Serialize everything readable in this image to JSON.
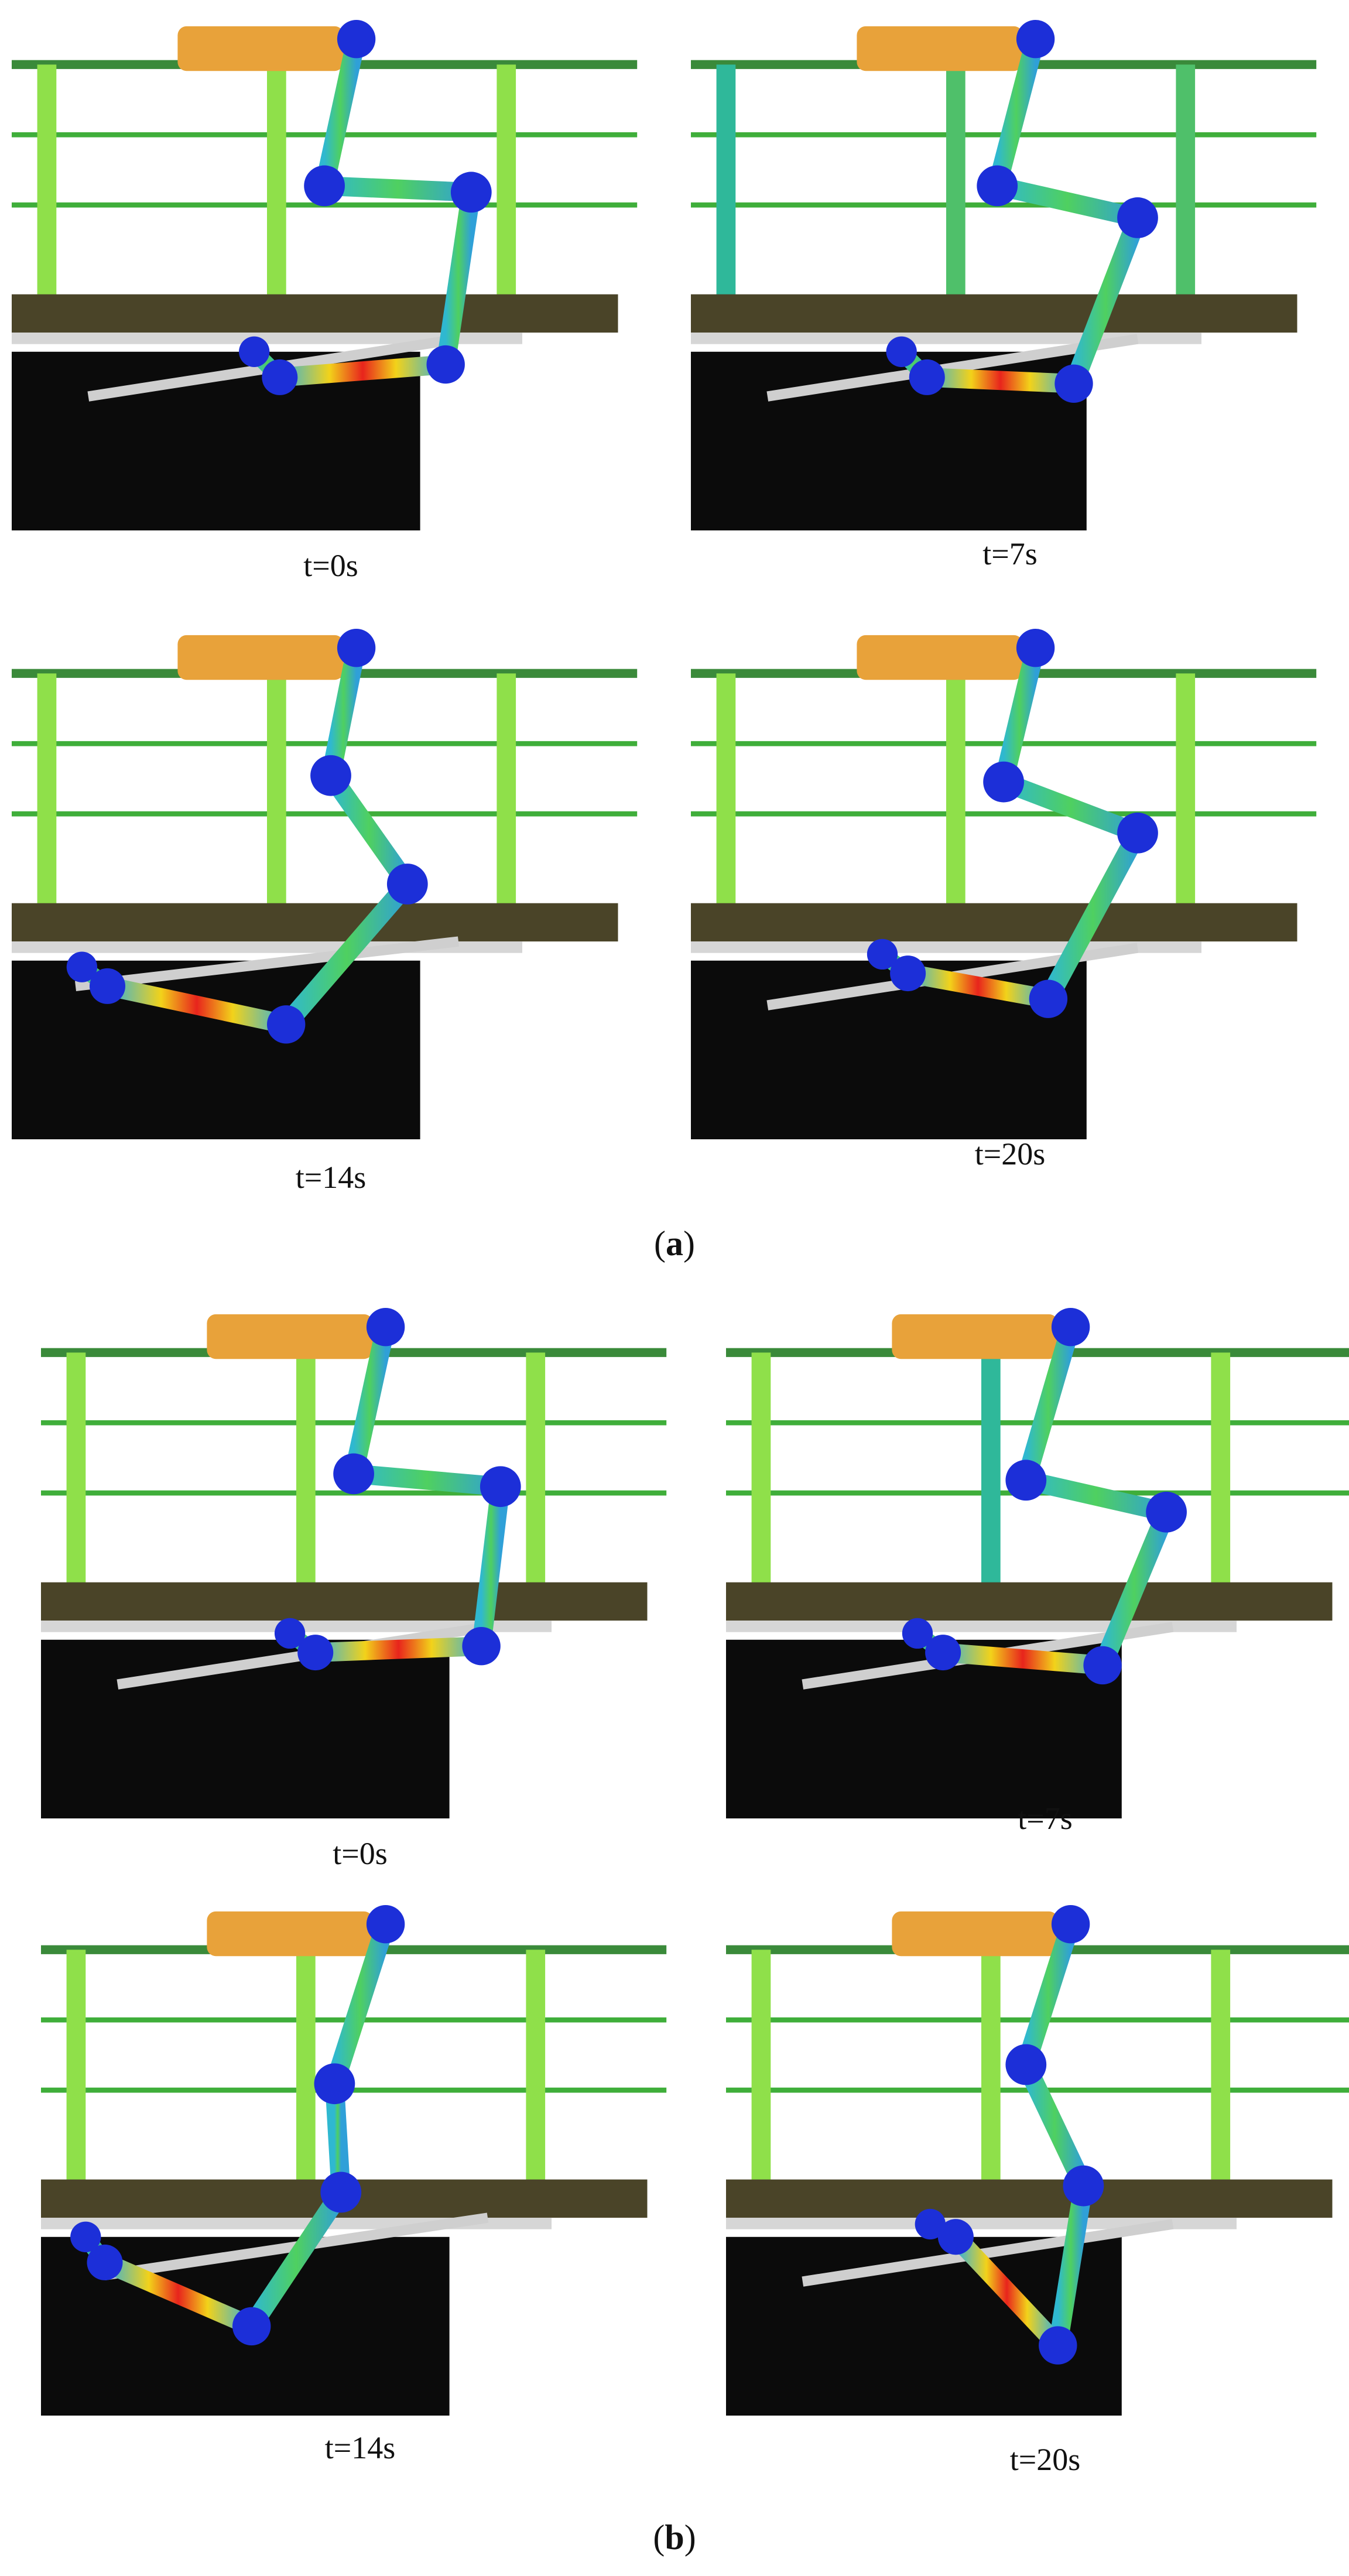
{
  "groups": [
    {
      "label_open": "(",
      "label_letter": "a",
      "label_close": ")",
      "frames": [
        {
          "time": "t=0s"
        },
        {
          "time": "t=7s"
        },
        {
          "time": "t=14s"
        },
        {
          "time": "t=20s"
        }
      ]
    },
    {
      "label_open": "(",
      "label_letter": "b",
      "label_close": ")",
      "frames": [
        {
          "time": "t=0s"
        },
        {
          "time": "t=7s"
        },
        {
          "time": "t=14s"
        },
        {
          "time": "t=20s"
        }
      ]
    }
  ],
  "colors": {
    "rail": "#3fae3a",
    "post": "#8fe04a",
    "deck": "#4a4428",
    "block": "#0b0b0b",
    "joint": "#1c2fd8",
    "link_base": "#2fc070",
    "stress_high": "#e8241c",
    "stress_mid": "#f2d21a",
    "equipment": "#e8a23a"
  }
}
